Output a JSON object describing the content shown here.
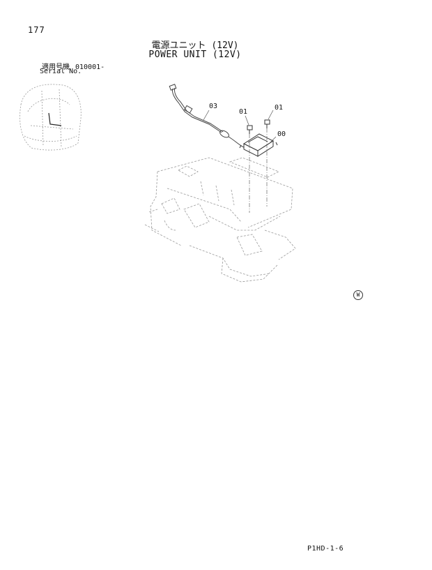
{
  "header": {
    "page_number": "177",
    "title_jp": "電源ユニット (12V)",
    "title_en": "POWER UNIT (12V)"
  },
  "serial": {
    "label_jp": "適用号機",
    "value": "010001-",
    "label_en": "Serial No."
  },
  "callouts": {
    "part_03": "03",
    "part_01_left": "01",
    "part_01_right": "01",
    "part_00": "00"
  },
  "watermark_glyph": "W",
  "footer": {
    "code": "P1HD-1-6"
  },
  "colors": {
    "line": "#444444",
    "faint_line": "#9a9a9a",
    "text": "#111111"
  }
}
